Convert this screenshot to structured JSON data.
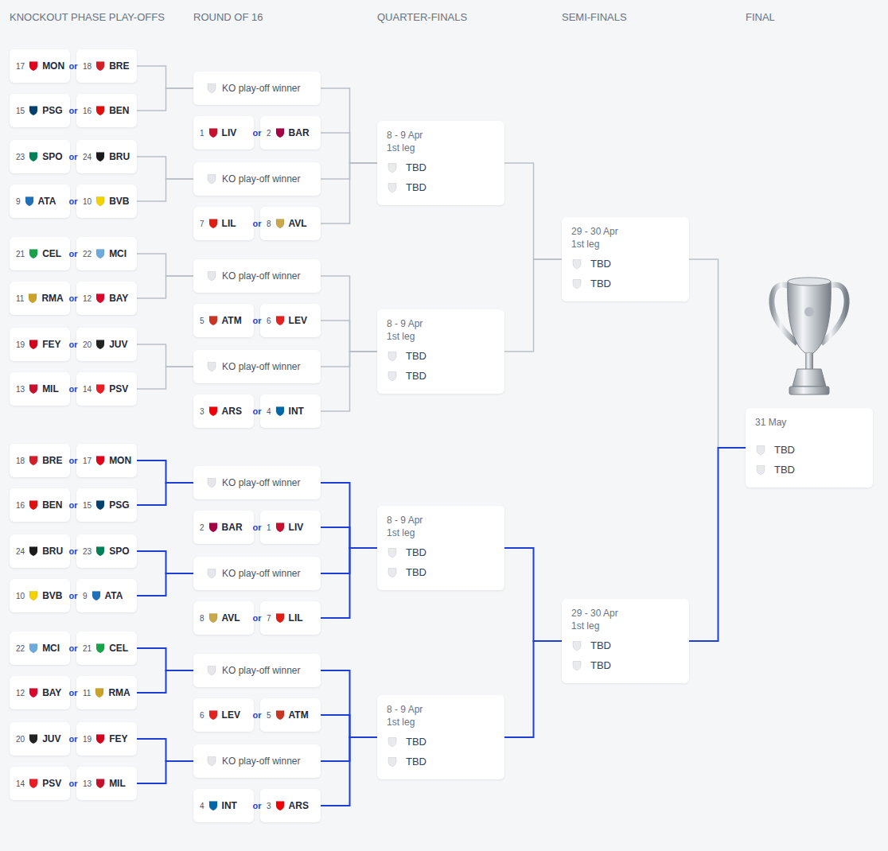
{
  "diagram": {
    "nodes": [
      {
        "text": [
          "17",
          "MON"
        ]
      },
      {
        "text": [
          "18",
          "BRE"
        ]
      },
      {
        "text": [
          "15",
          "PSG"
        ]
      },
      {
        "text": [
          "16",
          "BEN"
        ]
      },
      {
        "text": [
          "23",
          "SPO"
        ]
      },
      {
        "text": [
          "24",
          "BRU"
        ]
      },
      {
        "text": [
          "9",
          "ATA"
        ]
      },
      {
        "text": [
          "10",
          "BVB"
        ]
      },
      {
        "text": [
          "21",
          "CEL"
        ]
      },
      {
        "text": [
          "22",
          "MCI"
        ]
      },
      {
        "text": [
          "11",
          "RMA"
        ]
      },
      {
        "text": [
          "12",
          "BAY"
        ]
      },
      {
        "text": [
          "19",
          "FEY"
        ]
      },
      {
        "text": [
          "20",
          "JUV"
        ]
      },
      {
        "text": [
          "13",
          "MIL"
        ]
      },
      {
        "text": [
          "14",
          "PSV"
        ]
      },
      {
        "text": [
          "KO play-off winner"
        ]
      },
      {
        "text": [
          "1",
          "LIV"
        ]
      },
      {
        "text": [
          "2",
          "BAR"
        ]
      },
      {
        "text": [
          "KO play-off winner"
        ]
      },
      {
        "text": [
          "7",
          "LIL"
        ]
      },
      {
        "text": [
          "8",
          "AVL"
        ]
      },
      {
        "text": [
          "KO play-off winner"
        ]
      },
      {
        "text": [
          "5",
          "ATM"
        ]
      },
      {
        "text": [
          "6",
          "LEV"
        ]
      },
      {
        "text": [
          "KO play-off winner"
        ]
      },
      {
        "text": [
          "3",
          "ARS"
        ]
      },
      {
        "text": [
          "4",
          "INT"
        ]
      },
      {
        "text": [
          "8 - 9 Apr",
          "1st leg",
          "TBD",
          "TBD"
        ]
      },
      {
        "text": [
          "8 - 9 Apr",
          "1st leg",
          "TBD",
          "TBD"
        ]
      },
      {
        "text": [
          "29 - 30 Apr",
          "1st leg",
          "TBD",
          "TBD"
        ]
      },
      {
        "text": [
          "18",
          "BRE"
        ]
      },
      {
        "text": [
          "17",
          "MON"
        ]
      },
      {
        "text": [
          "16",
          "BEN"
        ]
      },
      {
        "text": [
          "15",
          "PSG"
        ]
      },
      {
        "text": [
          "24",
          "BRU"
        ]
      },
      {
        "text": [
          "23",
          "SPO"
        ]
      },
      {
        "text": [
          "10",
          "BVB"
        ]
      },
      {
        "text": [
          "9",
          "ATA"
        ]
      },
      {
        "text": [
          "22",
          "MCI"
        ]
      },
      {
        "text": [
          "21",
          "CEL"
        ]
      },
      {
        "text": [
          "12",
          "BAY"
        ]
      },
      {
        "text": [
          "11",
          "RMA"
        ]
      },
      {
        "text": [
          "20",
          "JUV"
        ]
      },
      {
        "text": [
          "19",
          "FEY"
        ]
      },
      {
        "text": [
          "14",
          "PSV"
        ]
      },
      {
        "text": [
          "13",
          "MIL"
        ]
      },
      {
        "text": [
          "KO play-off winner"
        ]
      },
      {
        "text": [
          "2",
          "BAR"
        ]
      },
      {
        "text": [
          "1",
          "LIV"
        ]
      },
      {
        "text": [
          "KO play-off winner"
        ]
      },
      {
        "text": [
          "8",
          "AVL"
        ]
      },
      {
        "text": [
          "7",
          "LIL"
        ]
      },
      {
        "text": [
          "KO play-off winner"
        ]
      },
      {
        "text": [
          "6",
          "LEV"
        ]
      },
      {
        "text": [
          "5",
          "ATM"
        ]
      },
      {
        "text": [
          "KO play-off winner"
        ]
      },
      {
        "text": [
          "4",
          "INT"
        ]
      },
      {
        "text": [
          "3",
          "ARS"
        ]
      },
      {
        "text": [
          "8 - 9 Apr",
          "1st leg",
          "TBD",
          "TBD"
        ]
      },
      {
        "text": [
          "8 - 9 Apr",
          "1st leg",
          "TBD",
          "TBD"
        ]
      },
      {
        "text": [
          "29 - 30 Apr",
          "1st leg",
          "TBD",
          "TBD"
        ]
      },
      {
        "text": [
          "31 May",
          "TBD",
          "TBD"
        ]
      }
    ],
    "edges": [
      {
        "from": 1,
        "to": 16,
        "arrow": "none"
      },
      {
        "from": 3,
        "to": 16,
        "arrow": "none"
      },
      {
        "from": 5,
        "to": 19,
        "arrow": "none"
      },
      {
        "from": 7,
        "to": 19,
        "arrow": "none"
      },
      {
        "from": 9,
        "to": 22,
        "arrow": "none"
      },
      {
        "from": 11,
        "to": 22,
        "arrow": "none"
      },
      {
        "from": 13,
        "to": 25,
        "arrow": "none"
      },
      {
        "from": 15,
        "to": 25,
        "arrow": "none"
      },
      {
        "from": 16,
        "to": 28,
        "arrow": "none"
      },
      {
        "from": 18,
        "to": 28,
        "arrow": "none"
      },
      {
        "from": 19,
        "to": 28,
        "arrow": "none"
      },
      {
        "from": 21,
        "to": 28,
        "arrow": "none"
      },
      {
        "from": 22,
        "to": 29,
        "arrow": "none"
      },
      {
        "from": 24,
        "to": 29,
        "arrow": "none"
      },
      {
        "from": 25,
        "to": 29,
        "arrow": "none"
      },
      {
        "from": 27,
        "to": 29,
        "arrow": "none"
      },
      {
        "from": 28,
        "to": 30,
        "arrow": "none"
      },
      {
        "from": 29,
        "to": 30,
        "arrow": "none"
      },
      {
        "from": 30,
        "to": 62,
        "arrow": "none"
      },
      {
        "from": 32,
        "to": 47,
        "arrow": "none"
      },
      {
        "from": 34,
        "to": 47,
        "arrow": "none"
      },
      {
        "from": 36,
        "to": 50,
        "arrow": "none"
      },
      {
        "from": 38,
        "to": 50,
        "arrow": "none"
      },
      {
        "from": 40,
        "to": 53,
        "arrow": "none"
      },
      {
        "from": 42,
        "to": 53,
        "arrow": "none"
      },
      {
        "from": 44,
        "to": 56,
        "arrow": "none"
      },
      {
        "from": 46,
        "to": 56,
        "arrow": "none"
      },
      {
        "from": 47,
        "to": 59,
        "arrow": "none"
      },
      {
        "from": 49,
        "to": 59,
        "arrow": "none"
      },
      {
        "from": 50,
        "to": 59,
        "arrow": "none"
      },
      {
        "from": 52,
        "to": 59,
        "arrow": "none"
      },
      {
        "from": 53,
        "to": 60,
        "arrow": "none"
      },
      {
        "from": 55,
        "to": 60,
        "arrow": "none"
      },
      {
        "from": 56,
        "to": 60,
        "arrow": "none"
      },
      {
        "from": 58,
        "to": 60,
        "arrow": "none"
      },
      {
        "from": 59,
        "to": 61,
        "arrow": "none"
      },
      {
        "from": 60,
        "to": 61,
        "arrow": "none"
      },
      {
        "from": 61,
        "to": 62,
        "arrow": "none"
      }
    ],
    "labels": [
      "KNOCKOUT PHASE PLAY-OFFS",
      "ROUND OF 16",
      "QUARTER-FINALS",
      "SEMI-FINALS",
      "FINAL",
      "or",
      "or",
      "or",
      "or",
      "or",
      "or",
      "or",
      "or",
      "or",
      "or",
      "or",
      "or",
      "or",
      "or",
      "or",
      "or",
      "or",
      "or",
      "or",
      "or",
      "or",
      "or",
      "or",
      "or"
    ]
  }
}
